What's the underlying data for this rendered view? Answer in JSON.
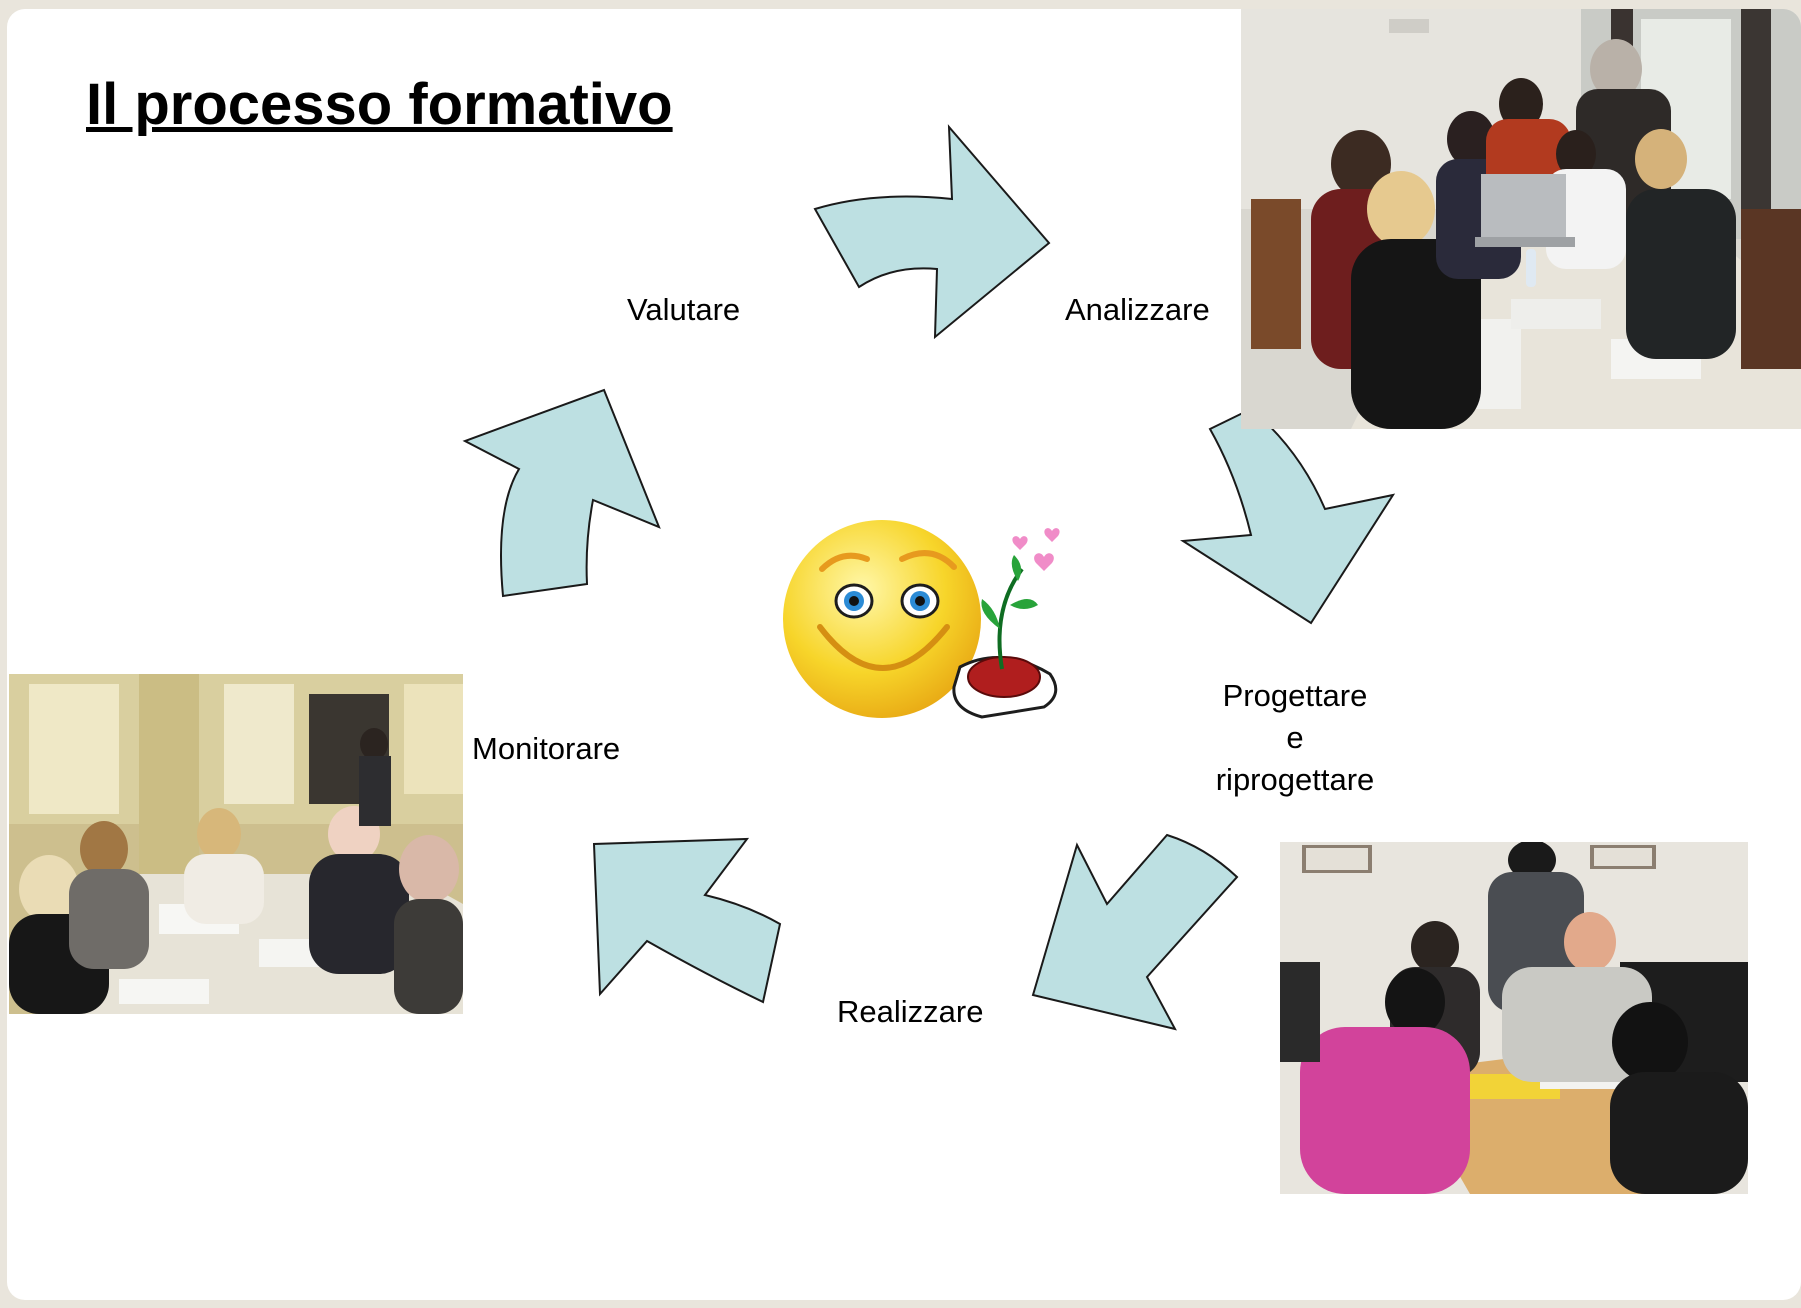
{
  "title": "Il processo formativo",
  "steps": {
    "valutare": "Valutare",
    "analizzare": "Analizzare",
    "progettare": [
      "Progettare",
      "e",
      "riprogettare"
    ],
    "realizzare": "Realizzare",
    "monitorare": "Monitorare"
  },
  "colors": {
    "arrow_fill": "#bde0e2",
    "arrow_stroke": "#1a1a1a",
    "smiley": "#f7d52a"
  },
  "images": {
    "top_right": "photo-group-meeting-laptop",
    "bottom_right": "photo-group-working-table",
    "left": "photo-group-seated-table",
    "center": "smiley-holding-plant"
  }
}
